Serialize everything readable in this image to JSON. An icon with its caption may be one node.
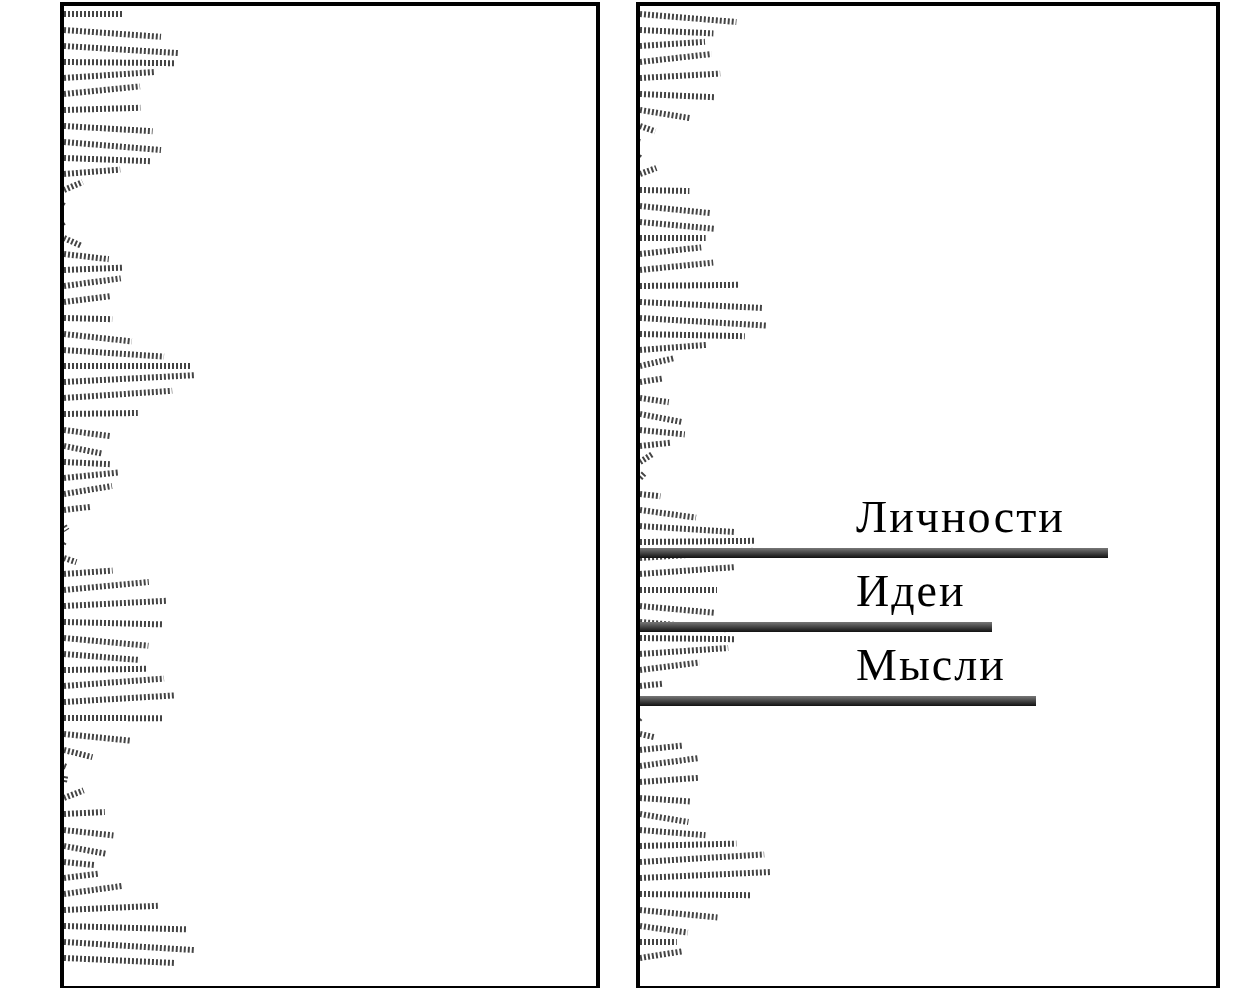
{
  "diagram": {
    "labels": [
      "Личности",
      "Идеи",
      "Мысли"
    ]
  }
}
